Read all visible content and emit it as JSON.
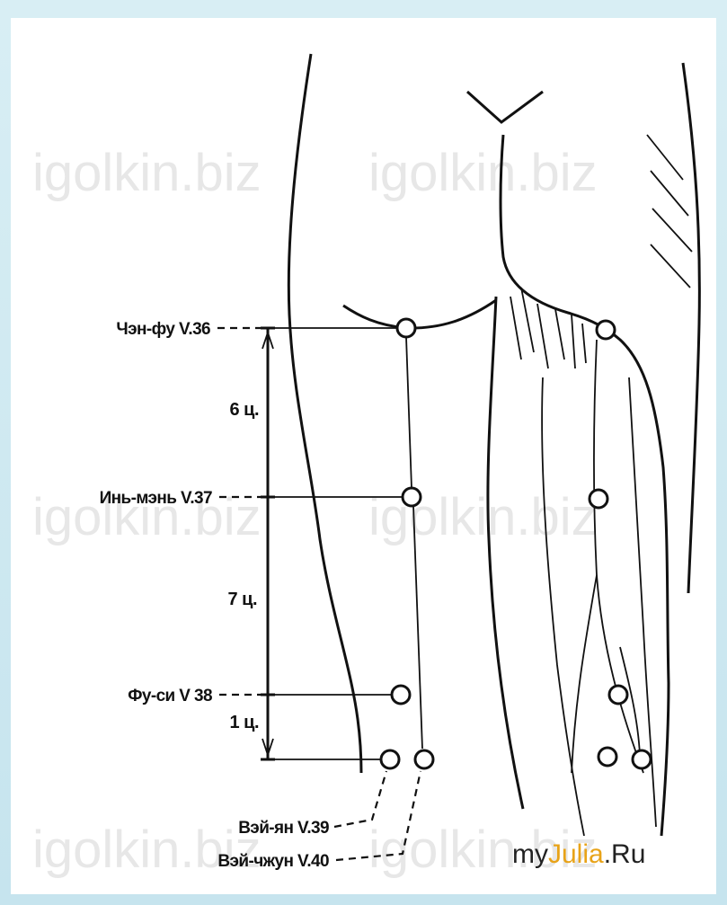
{
  "watermark": {
    "text": "igolkin.biz"
  },
  "points": [
    {
      "label": "Чэн-фу V.36"
    },
    {
      "label": "Инь-мэнь V.37"
    },
    {
      "label": "Фу-си V 38"
    },
    {
      "label": "Вэй-ян V.39"
    },
    {
      "label": "Вэй-чжун V.40"
    }
  ],
  "distances": [
    {
      "label": "6 ц."
    },
    {
      "label": "7 ц."
    },
    {
      "label": "1 ц."
    }
  ],
  "logo": {
    "my": "my",
    "julia": "Julia",
    "ru": ".Ru",
    "julia_color": "#e8a318"
  }
}
